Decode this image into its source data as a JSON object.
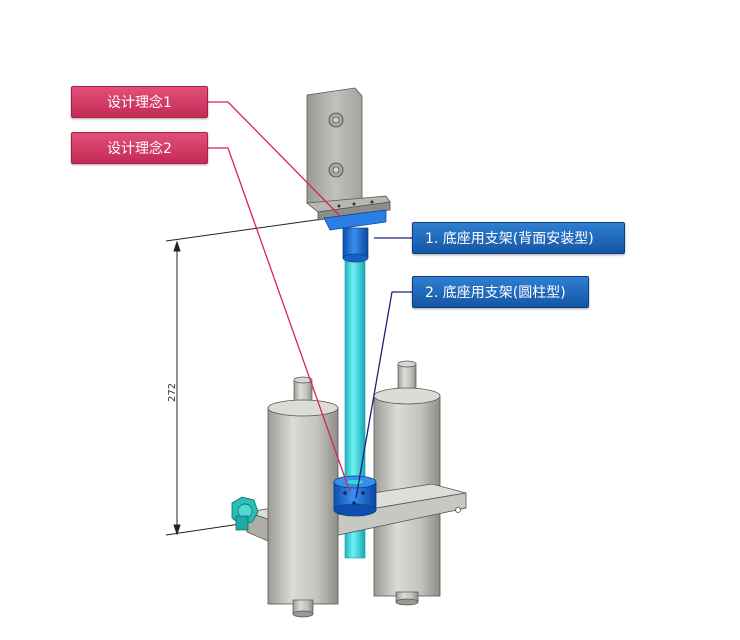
{
  "callouts": {
    "concept1": "设计理念1",
    "concept2": "设计理念2",
    "part1": "1. 底座用支架(背面安装型)",
    "part2": "2. 底座用支架(圆柱型)"
  },
  "dimension": {
    "value": "272"
  },
  "colors": {
    "pink_tag": "#d03862",
    "blue_tag": "#1e65b8",
    "pink_leader": "#d6245a",
    "navy_leader": "#1a237e",
    "post": "#35d8e0",
    "blue_part": "#1a6fd8",
    "grey_part": "#c8c8c2"
  }
}
